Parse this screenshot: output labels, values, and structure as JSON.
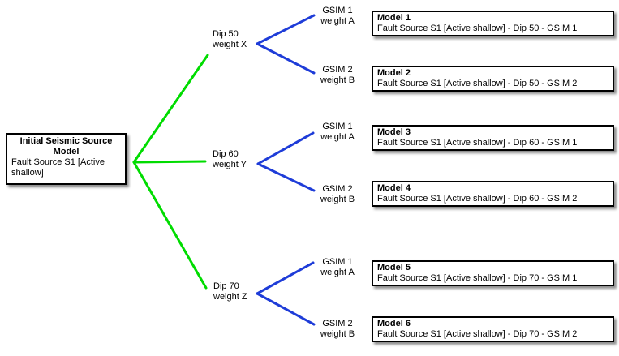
{
  "colors": {
    "level1_line": "#00dc00",
    "level2_line": "#1e3cd8",
    "box_border": "#000000",
    "background": "#ffffff"
  },
  "root_box": {
    "title": "Initial Seismic Source Model",
    "body": "Fault Source S1 [Active shallow]"
  },
  "branches": [
    {
      "dip": {
        "line1": "Dip 50",
        "line2": "weight X"
      },
      "leaves": [
        {
          "gsim": {
            "line1": "GSIM 1",
            "line2": "weight A"
          },
          "model": {
            "title": "Model 1",
            "desc": "Fault Source S1 [Active shallow] - Dip 50 - GSIM 1"
          }
        },
        {
          "gsim": {
            "line1": "GSIM 2",
            "line2": "weight B"
          },
          "model": {
            "title": "Model 2",
            "desc": "Fault Source S1 [Active shallow] - Dip 50 - GSIM 2"
          }
        }
      ]
    },
    {
      "dip": {
        "line1": "Dip 60",
        "line2": "weight Y"
      },
      "leaves": [
        {
          "gsim": {
            "line1": "GSIM 1",
            "line2": "weight A"
          },
          "model": {
            "title": "Model 3",
            "desc": "Fault Source S1 [Active shallow] - Dip 60 - GSIM 1"
          }
        },
        {
          "gsim": {
            "line1": "GSIM 2",
            "line2": "weight B"
          },
          "model": {
            "title": "Model 4",
            "desc": "Fault Source S1 [Active shallow] - Dip 60 - GSIM 2"
          }
        }
      ]
    },
    {
      "dip": {
        "line1": "Dip 70",
        "line2": "weight Z"
      },
      "leaves": [
        {
          "gsim": {
            "line1": "GSIM 1",
            "line2": "weight A"
          },
          "model": {
            "title": "Model 5",
            "desc": "Fault Source S1 [Active shallow] - Dip 70 - GSIM 1"
          }
        },
        {
          "gsim": {
            "line1": "GSIM 2",
            "line2": "weight B"
          },
          "model": {
            "title": "Model 6",
            "desc": "Fault Source S1 [Active shallow] - Dip 70 - GSIM 2"
          }
        }
      ]
    }
  ]
}
